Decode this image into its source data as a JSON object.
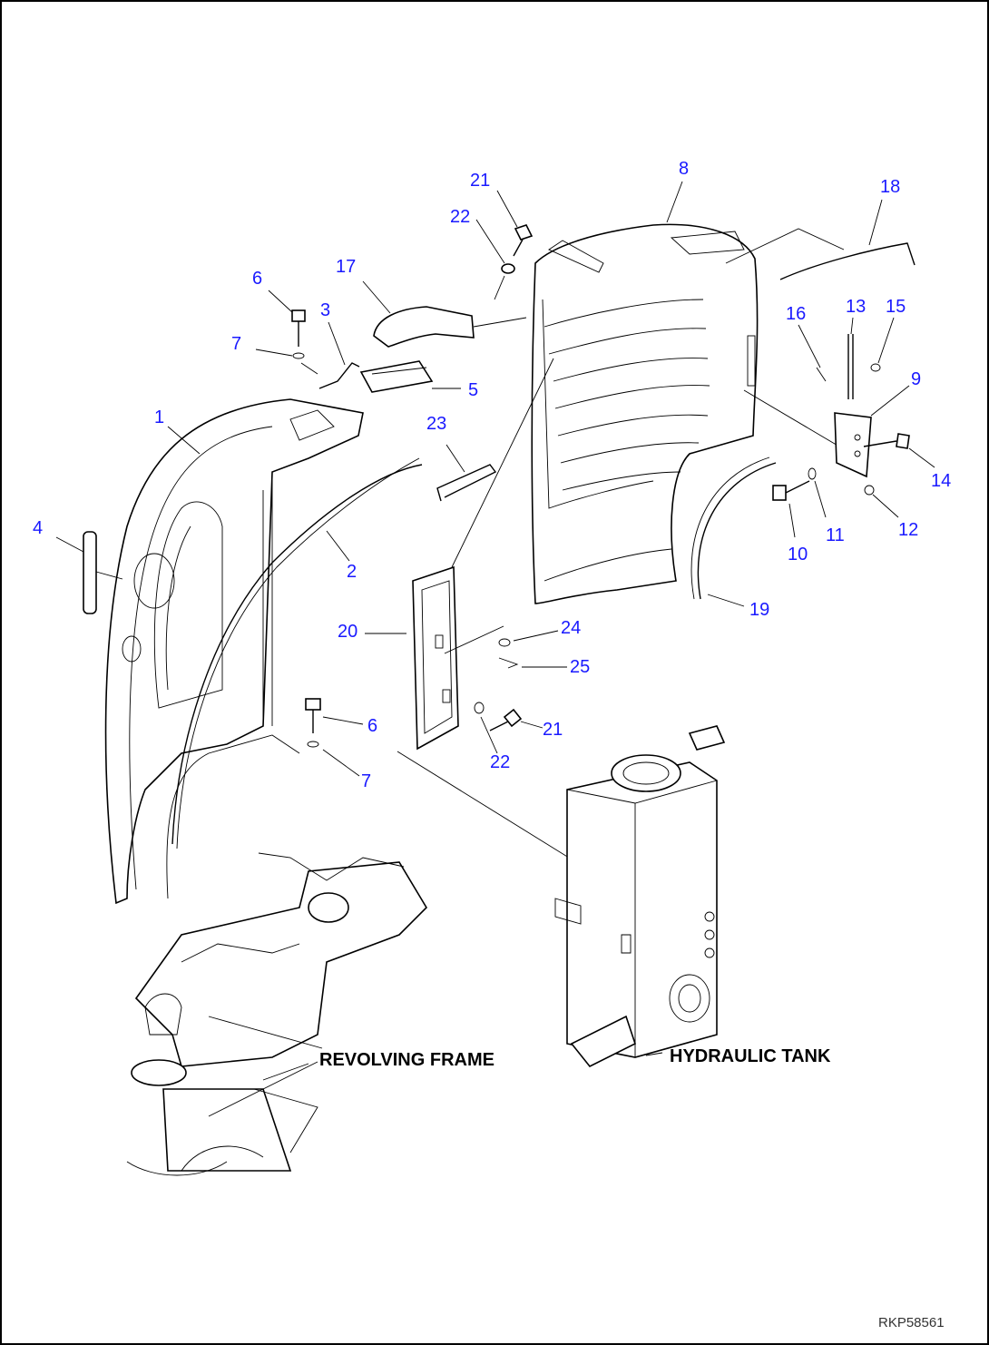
{
  "diagram": {
    "callouts": {
      "p1": "1",
      "p2": "2",
      "p3": "3",
      "p4": "4",
      "p5": "5",
      "p6a": "6",
      "p6b": "6",
      "p7a": "7",
      "p7b": "7",
      "p8": "8",
      "p9": "9",
      "p10": "10",
      "p11": "11",
      "p12": "12",
      "p13": "13",
      "p14": "14",
      "p15": "15",
      "p16": "16",
      "p17": "17",
      "p18": "18",
      "p19": "19",
      "p20": "20",
      "p21a": "21",
      "p21b": "21",
      "p22a": "22",
      "p22b": "22",
      "p23": "23",
      "p24": "24",
      "p25": "25"
    },
    "labels": {
      "revolving_frame": "REVOLVING FRAME",
      "hydraulic_tank": "HYDRAULIC TANK"
    },
    "drawing_code": "RKP58561"
  }
}
